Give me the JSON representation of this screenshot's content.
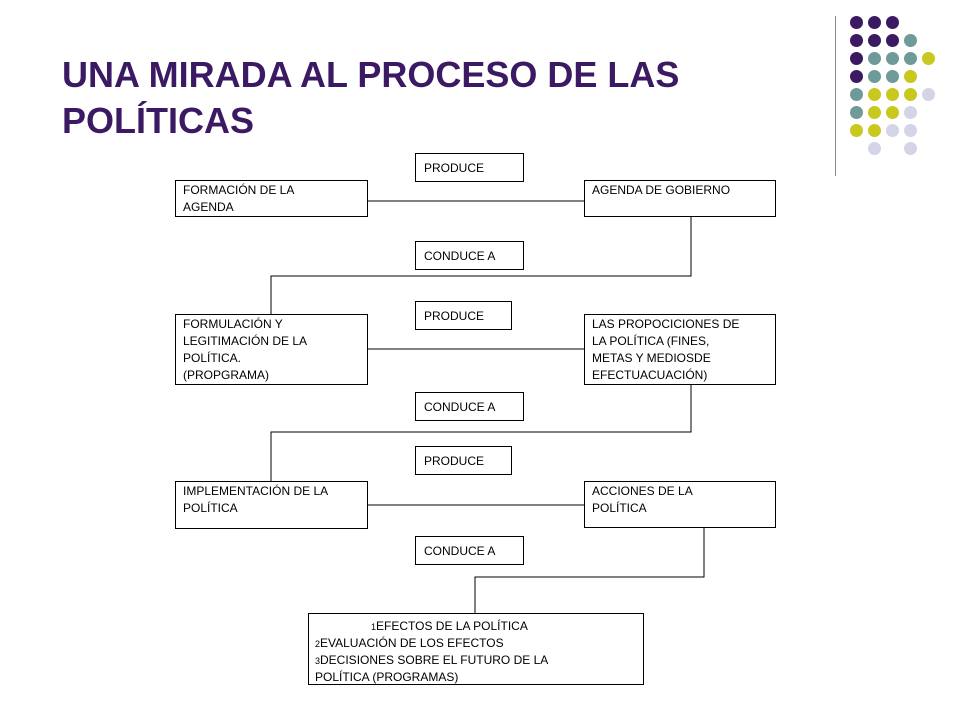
{
  "slide": {
    "title_line1": "UNA MIRADA AL PROCESO DE LAS",
    "title_line2": "POLÍTICAS"
  },
  "colors": {
    "title": "#3b1a63",
    "purple": "#3b1a63",
    "teal": "#6f9a9a",
    "lime": "#c8c81e",
    "lavender": "#d4d4e8",
    "border": "#000000"
  },
  "labels": {
    "produce_1": "PRODUCE",
    "conduce_1": "CONDUCE  A",
    "produce_2": "PRODUCE",
    "conduce_2": "CONDUCE  A",
    "produce_3": "PRODUCE",
    "conduce_3": "CONDUCE  A"
  },
  "boxes": {
    "formacion": [
      "FORMACIÓN  DE LA",
      "AGENDA"
    ],
    "agenda": [
      "AGENDA DE GOBIERNO"
    ],
    "formulacion": [
      "FORMULACIÓN  Y",
      "LEGITIMACIÓN  DE LA",
      "POLÍTICA.",
      "(PROPGRAMA)"
    ],
    "proposiciones": [
      "LAS PROPOCICIONES  DE",
      "LA POLÍTICA  (FINES,",
      "METAS Y MEDIOSDE",
      "EFECTUACUACIÓN)"
    ],
    "implementacion": [
      "IMPLEMENTACIÓN  DE LA",
      "POLÍTICA"
    ],
    "acciones": [
      "ACCIONES  DE LA",
      "POLÍTICA"
    ],
    "efectos": {
      "items": [
        {
          "num": "1",
          "text": "EFECTOS  DE LA POLÍTICA"
        },
        {
          "num": "2",
          "text": "EVALUACIÓN  DE LOS EFECTOS"
        },
        {
          "num": "3",
          "text": "DECISIONES  SOBRE EL FUTURO  DE LA"
        }
      ],
      "continuation": "POLÍTICA  (PROGRAMAS)"
    }
  }
}
